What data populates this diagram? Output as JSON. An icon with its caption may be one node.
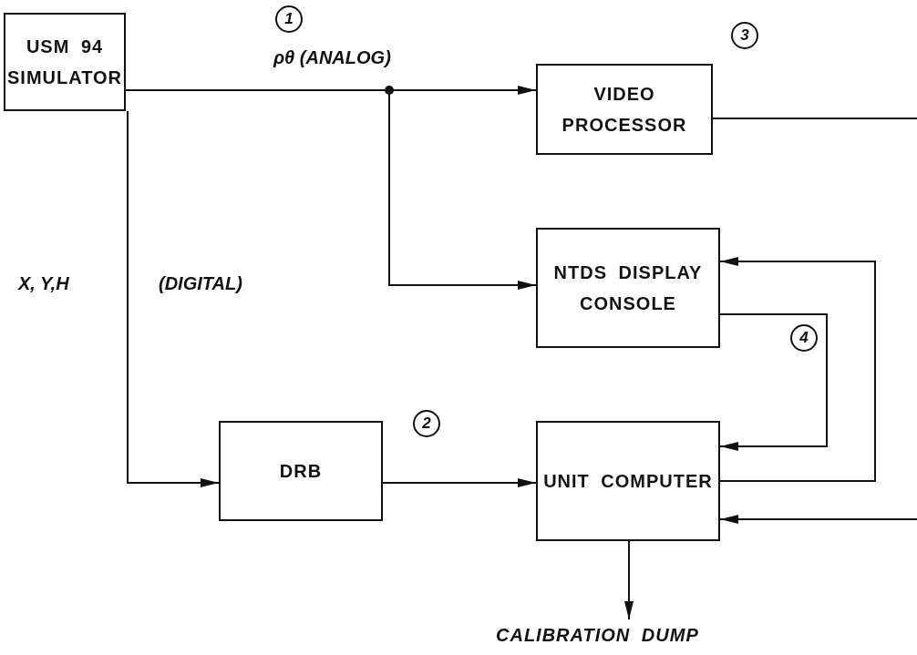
{
  "diagram": {
    "nodes": [
      {
        "text": [
          "USM 94 SIMULATOR"
        ]
      },
      {
        "text": [
          "VIDEO PROCESSOR"
        ]
      },
      {
        "text": [
          "NTDS DISPLAY CONSOLE"
        ]
      },
      {
        "text": [
          "DRB"
        ]
      },
      {
        "text": [
          "UNIT COMPUTER"
        ]
      },
      {
        "text": [
          "CALIBRATION DUMP"
        ]
      }
    ],
    "edges": [
      {
        "from": 0,
        "to": 1,
        "arrow": "to",
        "label": "ρθ (ANALOG)"
      },
      {
        "from": 0,
        "to": 2,
        "arrow": "to"
      },
      {
        "from": 0,
        "to": 3,
        "arrow": "to"
      },
      {
        "from": 3,
        "to": 4,
        "arrow": "to"
      },
      {
        "from": 2,
        "to": 4,
        "arrow": "to"
      },
      {
        "from": 4,
        "to": 2,
        "arrow": "to"
      },
      {
        "from": 1,
        "to": 4,
        "arrow": "to"
      },
      {
        "from": 4,
        "to": 5,
        "arrow": "to"
      }
    ],
    "labels": [
      "1",
      "3",
      "X, Y,H",
      "(DIGITAL)",
      "4",
      "2"
    ]
  }
}
